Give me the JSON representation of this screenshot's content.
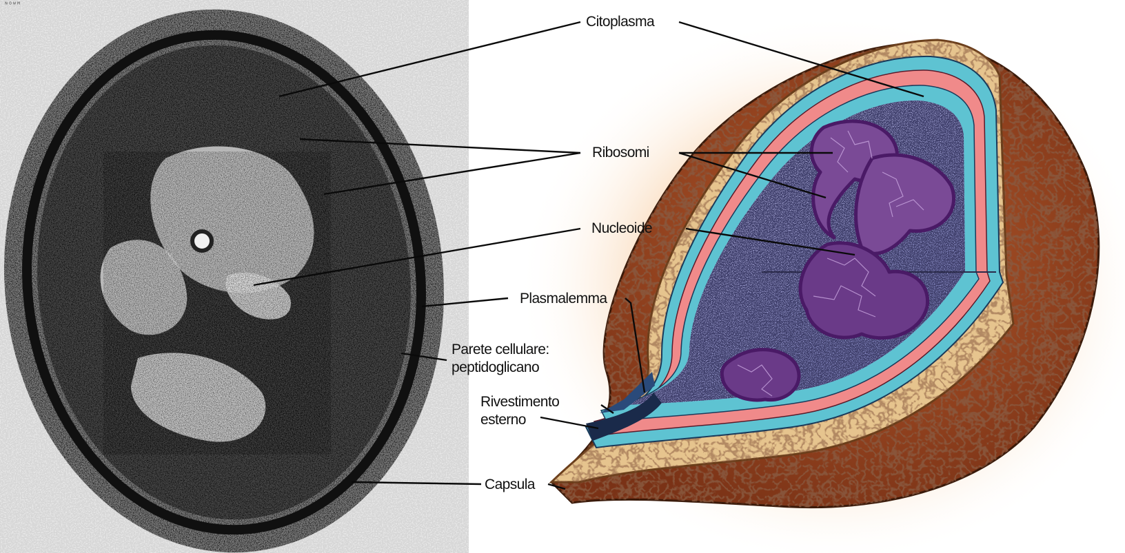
{
  "diagram": {
    "corner_mark": "ᴺᴼᵂᴹ",
    "labels": {
      "citoplasma": "Citoplasma",
      "ribosomi": "Ribosomi",
      "nucleoide": "Nucleoide",
      "plasmalemma": "Plasmalemma",
      "parete_line1": "Parete cellulare:",
      "parete_line2": "peptidoglicano",
      "rivestimento_line1": "Rivestimento",
      "rivestimento_line2": "esterno",
      "capsula": "Capsula"
    },
    "colors": {
      "micrograph_bg": "#d4d4d4",
      "capsule_brown": "#9a4a22",
      "capsule_tan": "#e6c48e",
      "membrane_cyan": "#5ec3d2",
      "membrane_pink": "#f08a8a",
      "cytoplasm_lavender": "#8e8ec8",
      "nucleoid_purple": "#5a2a72",
      "glow_orange": "#f2b070"
    }
  }
}
